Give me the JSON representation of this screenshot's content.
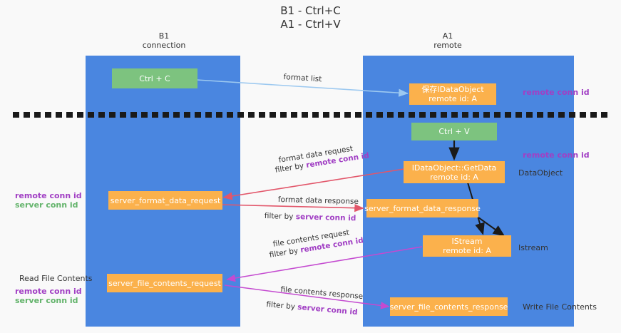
{
  "title": "B1 - Ctrl+C\nA1 - Ctrl+V",
  "lanes": {
    "left": {
      "header": "B1\nconnection"
    },
    "right": {
      "header": "A1\nremote"
    }
  },
  "colors": {
    "lane": "#4a86e0",
    "green_box": "#7dc37f",
    "orange_box": "#fbb14c",
    "purple_text": "#a13fc4",
    "green_text": "#62b36a",
    "format_arrow": "#9dc9f0",
    "data_arrow": "#e2566a",
    "file_arrow": "#c44ad0",
    "black_arrow": "#1a1a1a",
    "divider": "#1a1a1a"
  },
  "boxes": {
    "ctrl_c": "Ctrl + C",
    "save_idataobject": "保存IDataObject\nremote id: A",
    "ctrl_v": "Ctrl + V",
    "getdata": "IDataObject::GetData\nremote id: A",
    "server_format_data_request": "server_format_data_request",
    "server_format_data_response": "server_format_data_response",
    "istream": "IStream\nremote id: A",
    "server_file_contents_request": "server_file_contents_request",
    "server_file_contents_response": "server_file_contents_response"
  },
  "notes": {
    "remote_conn_id_top": "remote conn id",
    "remote_conn_id_mid": "remote conn id",
    "dataobject": "DataObject",
    "istream_label": "Istream",
    "write_file_contents": "Write File Contents",
    "read_file_contents": "Read File Contents",
    "left_mid_remote": "remote conn id",
    "left_mid_server": "server conn id",
    "left_bottom_remote": "remote conn id",
    "left_bottom_server": "server conn id"
  },
  "arrow_labels": {
    "format_list": "format list",
    "format_data_request": "format data request",
    "format_data_request_filter_prefix": "filter by ",
    "format_data_request_filter_key": "remote conn id",
    "format_data_response": "format data response",
    "format_data_response_filter_prefix": "filter by ",
    "format_data_response_filter_key": "server conn id",
    "file_contents_request": "file contents request",
    "file_contents_request_filter_prefix": "filter by ",
    "file_contents_request_filter_key": "remote conn id",
    "file_contents_response": "file contents response",
    "file_contents_response_filter_prefix": "filter by ",
    "file_contents_response_filter_key": "server conn id"
  }
}
